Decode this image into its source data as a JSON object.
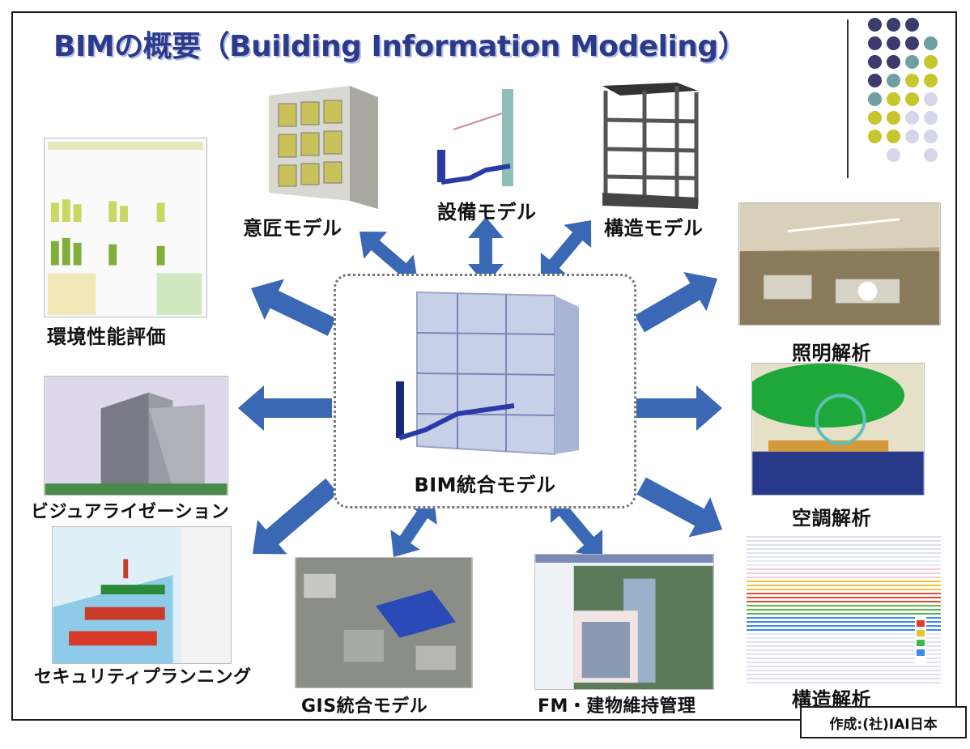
{
  "title": "BIMの概要（Building Information Modeling）",
  "credit": "作成:(社)IAI日本",
  "center_label": "BIM統合モデル",
  "labels": {
    "design": "意匠モデル",
    "mep": "設備モデル",
    "structure": "構造モデル",
    "environment": "環境性能評価",
    "lighting": "照明解析",
    "visualization": "ビジュアライゼーション",
    "hvac": "空調解析",
    "security": "セキュリティプランニング",
    "gis": "GIS統合モデル",
    "fm": "FM・建物維持管理",
    "structural_analysis": "構造解析"
  },
  "colors": {
    "arrow": "#3a68b4",
    "title": "#2b3a8a",
    "dot_purple": "#3d3a6e",
    "dot_teal": "#6f9fa0",
    "dot_yellow": "#c7c62e",
    "dot_lavender": "#d6d6ea"
  }
}
